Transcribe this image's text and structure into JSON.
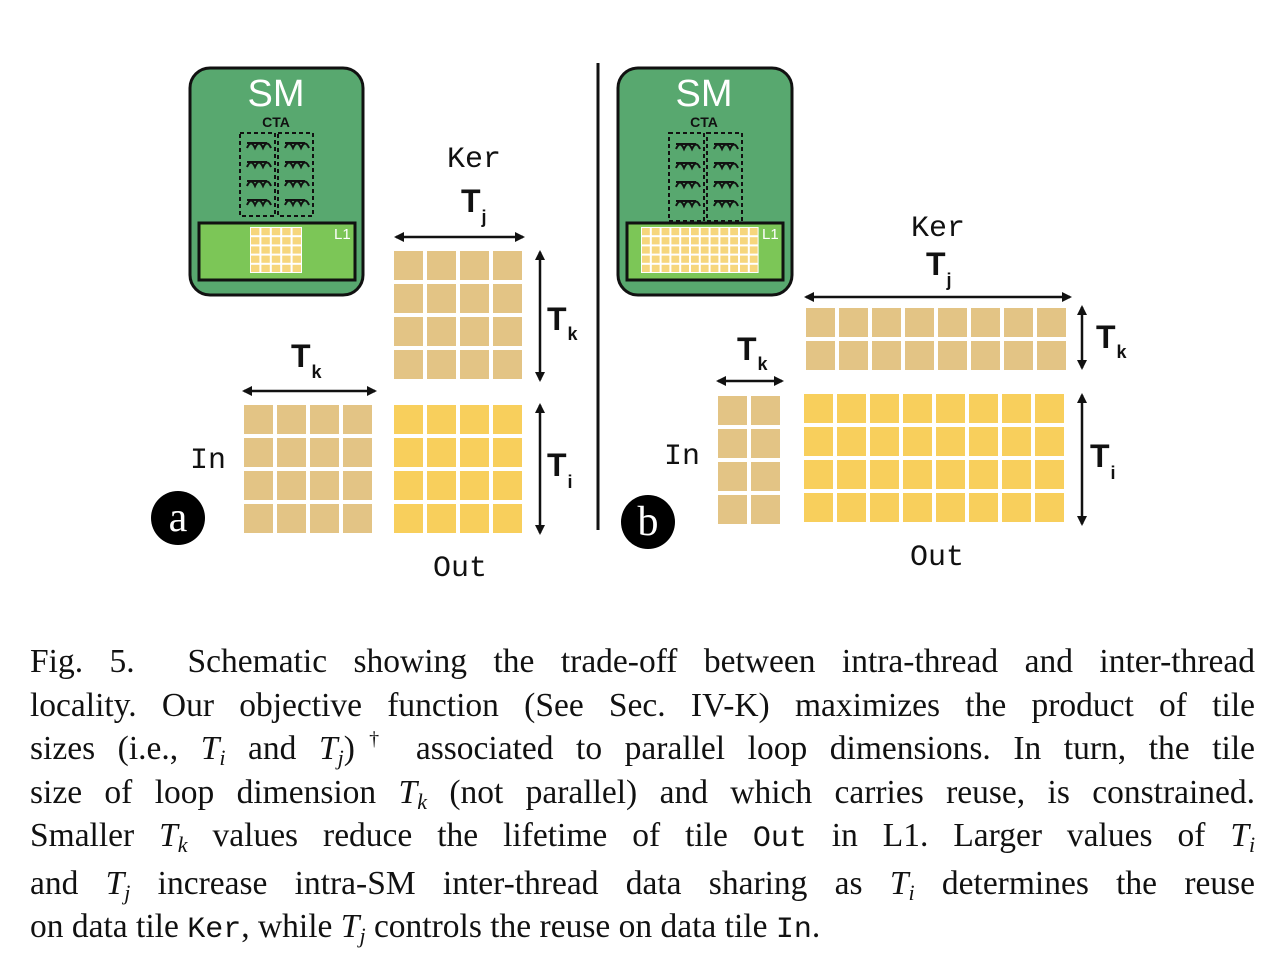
{
  "panel_a": {
    "badge": "a",
    "sm_title": "SM",
    "cta_label": "CTA",
    "l1_label": "L1",
    "ker_label": "Ker",
    "in_label": "In",
    "out_label": "Out",
    "tj_main": "T",
    "tj_sub": "j",
    "tk_top_main": "T",
    "tk_top_sub": "k",
    "tk_side_main": "T",
    "tk_side_sub": "k",
    "ti_main": "T",
    "ti_sub": "i"
  },
  "panel_b": {
    "badge": "b",
    "sm_title": "SM",
    "cta_label": "CTA",
    "l1_label": "L1",
    "ker_label": "Ker",
    "in_label": "In",
    "out_label": "Out",
    "tj_main": "T",
    "tj_sub": "j",
    "tk_top_main": "T",
    "tk_top_sub": "k",
    "tk_side_main": "T",
    "tk_side_sub": "k",
    "ti_main": "T",
    "ti_sub": "i"
  },
  "colors": {
    "sm_fill": "#58a86f",
    "l1_fill": "#7cc657",
    "tile_tan": "#e3c485",
    "tile_yellow": "#f8cf5c",
    "cache_cell": "#f6d67c"
  },
  "caption": {
    "fig_label": "Fig. 5.",
    "l1": "Schematic showing the trade-off between intra-thread and inter-thread",
    "l2": "locality. Our objective function (See Sec. IV-K) maximizes the product of tile",
    "l3a": "sizes (i.e.,",
    "l3b": "and",
    "l3c": "associated to parallel loop dimensions. In turn, the tile",
    "l4a": "size of loop dimension",
    "l4b": "(not parallel) and which carries reuse, is constrained.",
    "l5a": "Smaller",
    "l5b": "values reduce the lifetime of tile",
    "l5c": "Out",
    "l5d": "in L1. Larger values of",
    "l6a": "and",
    "l6b": "increase intra-SM inter-thread data sharing as",
    "l6c": "determines the reuse",
    "l7a": "on data tile",
    "l7b": "Ker",
    "l7c": ", while",
    "l7d": "controls the reuse on data tile",
    "l7e": "In",
    "l7f": ".",
    "T": "T",
    "sub_i": "i",
    "sub_j": "j",
    "sub_k": "k",
    "dagger": "†"
  }
}
